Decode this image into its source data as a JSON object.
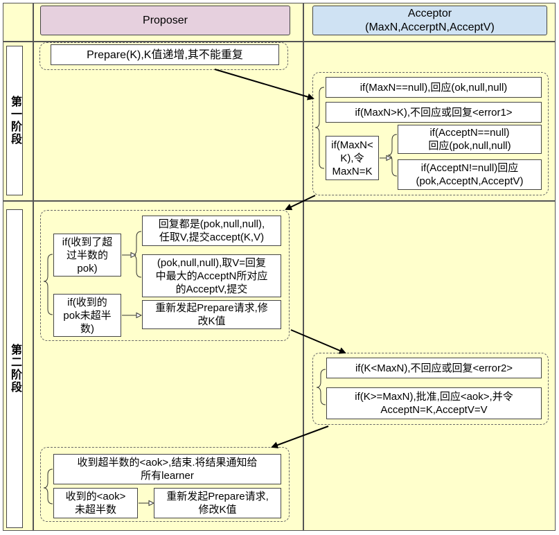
{
  "header": {
    "proposer": "Proposer",
    "acceptor": "Acceptor\n(MaxN,AccerptN,AcceptV)"
  },
  "stages": {
    "phase1": "第一阶段",
    "phase2": "第二阶段"
  },
  "phase1": {
    "prepare": "Prepare(K),K值递增,其不能重复",
    "acceptor_resp1": "if(MaxN==null),回应(ok,null,null)",
    "acceptor_resp2": "if(MaxN>K),不回应或回复<error1>",
    "acceptor_cond3": "if(MaxN<\nK),令\nMaxN=K",
    "acceptor_sub1": "if(AcceptN==null)\n回应(pok,null,null)",
    "acceptor_sub2": "if(AcceptN!=null)回应\n(pok,AcceptN,AcceptV)"
  },
  "phase2": {
    "prop_cond1": "if(收到了超\n过半数的\npok)",
    "prop_res1": "回复都是(pok,null,null),\n任取V,提交accept(K,V)",
    "prop_res2": "(pok,null,null),取V=回复\n中最大的AcceptN所对应\n的AcceptV,提交",
    "prop_cond2": "if(收到的\npok未超半\n数)",
    "prop_res3": "重新发起Prepare请求,修\n改K值",
    "acc_resp1": "if(K<MaxN),不回应或回复<error2>",
    "acc_resp2": "if(K>=MaxN),批准,回应<aok>,并令\nAcceptN=K,AcceptV=V",
    "final1": "收到超半数的<aok>,结束.将结果通知给\n所有learner",
    "final_cond": "收到的<aok>\n未超半数",
    "final_res": "重新发起Prepare请求,\n修改K值"
  },
  "colors": {
    "cell_bg": "#ffffcc",
    "proposer_header": "#e6d0de",
    "acceptor_header": "#cfe2f3"
  }
}
